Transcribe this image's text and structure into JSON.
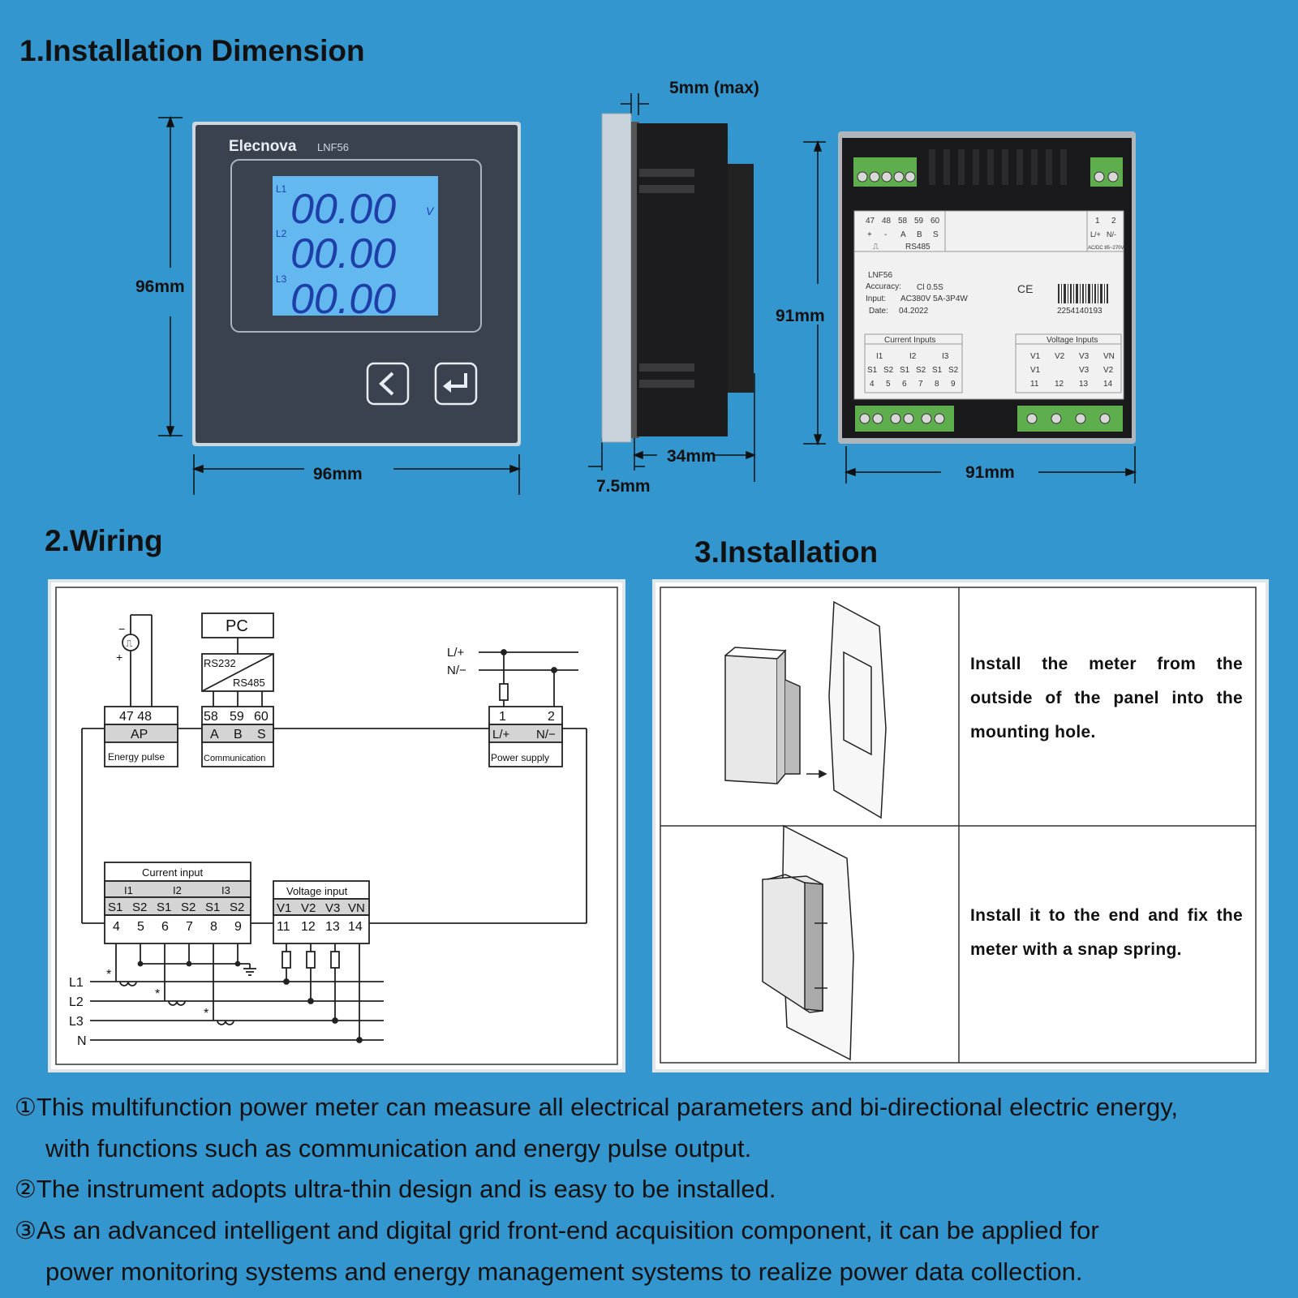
{
  "sections": {
    "dimension_title": "1.Installation Dimension",
    "wiring_title": "2.Wiring",
    "installation_title": "3.Installation"
  },
  "dimensions": {
    "front_height": "96mm",
    "front_width": "96mm",
    "side_max": "5mm (max)",
    "side_depth": "34mm",
    "side_front": "7.5mm",
    "back_height": "91mm",
    "back_width": "91mm"
  },
  "meter_front": {
    "brand": "Elecnova",
    "model": "LNF56",
    "lines": [
      {
        "label": "L1",
        "value": "00.00",
        "unit": "V"
      },
      {
        "label": "L2",
        "value": "00.00",
        "unit": ""
      },
      {
        "label": "L3",
        "value": "00.00",
        "unit": ""
      }
    ],
    "lcd_color": "#64b8f0"
  },
  "meter_back": {
    "top_terminals": [
      "47",
      "48",
      "58",
      "59",
      "60"
    ],
    "top_signals": [
      "+",
      "-",
      "A",
      "B",
      "S"
    ],
    "pulse_symbol": "⎍",
    "comm_label": "RS485",
    "power_terminals": [
      "1",
      "2"
    ],
    "power_signals": [
      "L/+",
      "N/-"
    ],
    "power_note": "AC/DC 85~270V",
    "model": "LNF56",
    "accuracy_label": "Accuracy:",
    "accuracy_value": "Cl 0.5S",
    "input_label": "Input:",
    "input_value": "AC380V 5A-3P4W",
    "date_label": "Date:",
    "date_value": "04.2022",
    "ce_mark": "CE",
    "serial": "2254140193",
    "current_title": "Current Inputs",
    "current_channels": [
      "I1",
      "I2",
      "I3"
    ],
    "current_sub": [
      "S1",
      "S2",
      "S1",
      "S2",
      "S1",
      "S2"
    ],
    "current_nums": [
      "4",
      "5",
      "6",
      "7",
      "8",
      "9"
    ],
    "voltage_title": "Voltage Inputs",
    "voltage_row1": [
      "V1",
      "V2",
      "V3",
      "VN"
    ],
    "voltage_row2": [
      "V1",
      "",
      "V3",
      "V2"
    ],
    "voltage_nums": [
      "11",
      "12",
      "13",
      "14"
    ]
  },
  "wiring": {
    "pc": "PC",
    "rs232": "RS232",
    "rs485": "RS485",
    "pulse_minus": "−",
    "pulse_plus": "+",
    "ap_nums": "47  48",
    "ap_label": "AP",
    "ap_caption": "Energy pulse",
    "comm_nums": [
      "58",
      "59",
      "60"
    ],
    "comm_signals": [
      "A",
      "B",
      "S"
    ],
    "comm_caption": "Communication",
    "power_line1": "L/+",
    "power_line2": "N/−",
    "power_nums": [
      "1",
      "2"
    ],
    "power_signals": [
      "L/+",
      "N/−"
    ],
    "power_caption": "Power supply",
    "current_title": "Current input",
    "current_channels": [
      "I1",
      "I2",
      "I3"
    ],
    "current_signals": [
      "S1",
      "S2",
      "S1",
      "S2",
      "S1",
      "S2"
    ],
    "current_nums": [
      "4",
      "5",
      "6",
      "7",
      "8",
      "9"
    ],
    "voltage_title": "Voltage input",
    "voltage_signals": [
      "V1",
      "V2",
      "V3",
      "VN"
    ],
    "voltage_nums": [
      "11",
      "12",
      "13",
      "14"
    ],
    "phase_lines": [
      "L1",
      "L2",
      "L3",
      "N"
    ],
    "ct_mark": "*"
  },
  "installation": {
    "step1": "Install the meter from the outside of the panel into the mounting hole.",
    "step2": "Install it to the end and fix the meter with a snap spring."
  },
  "notes": [
    {
      "marker": "①",
      "text": "This multifunction power meter can measure all electrical parameters and bi-directional electric energy,",
      "cont": "with functions such as communication and energy pulse output."
    },
    {
      "marker": "②",
      "text": "The instrument adopts ultra-thin design and is easy to be installed.",
      "cont": ""
    },
    {
      "marker": "③",
      "text": "As an advanced intelligent and digital grid front-end acquisition component, it can be applied for",
      "cont": "power monitoring systems and energy management systems to realize power data collection."
    }
  ]
}
